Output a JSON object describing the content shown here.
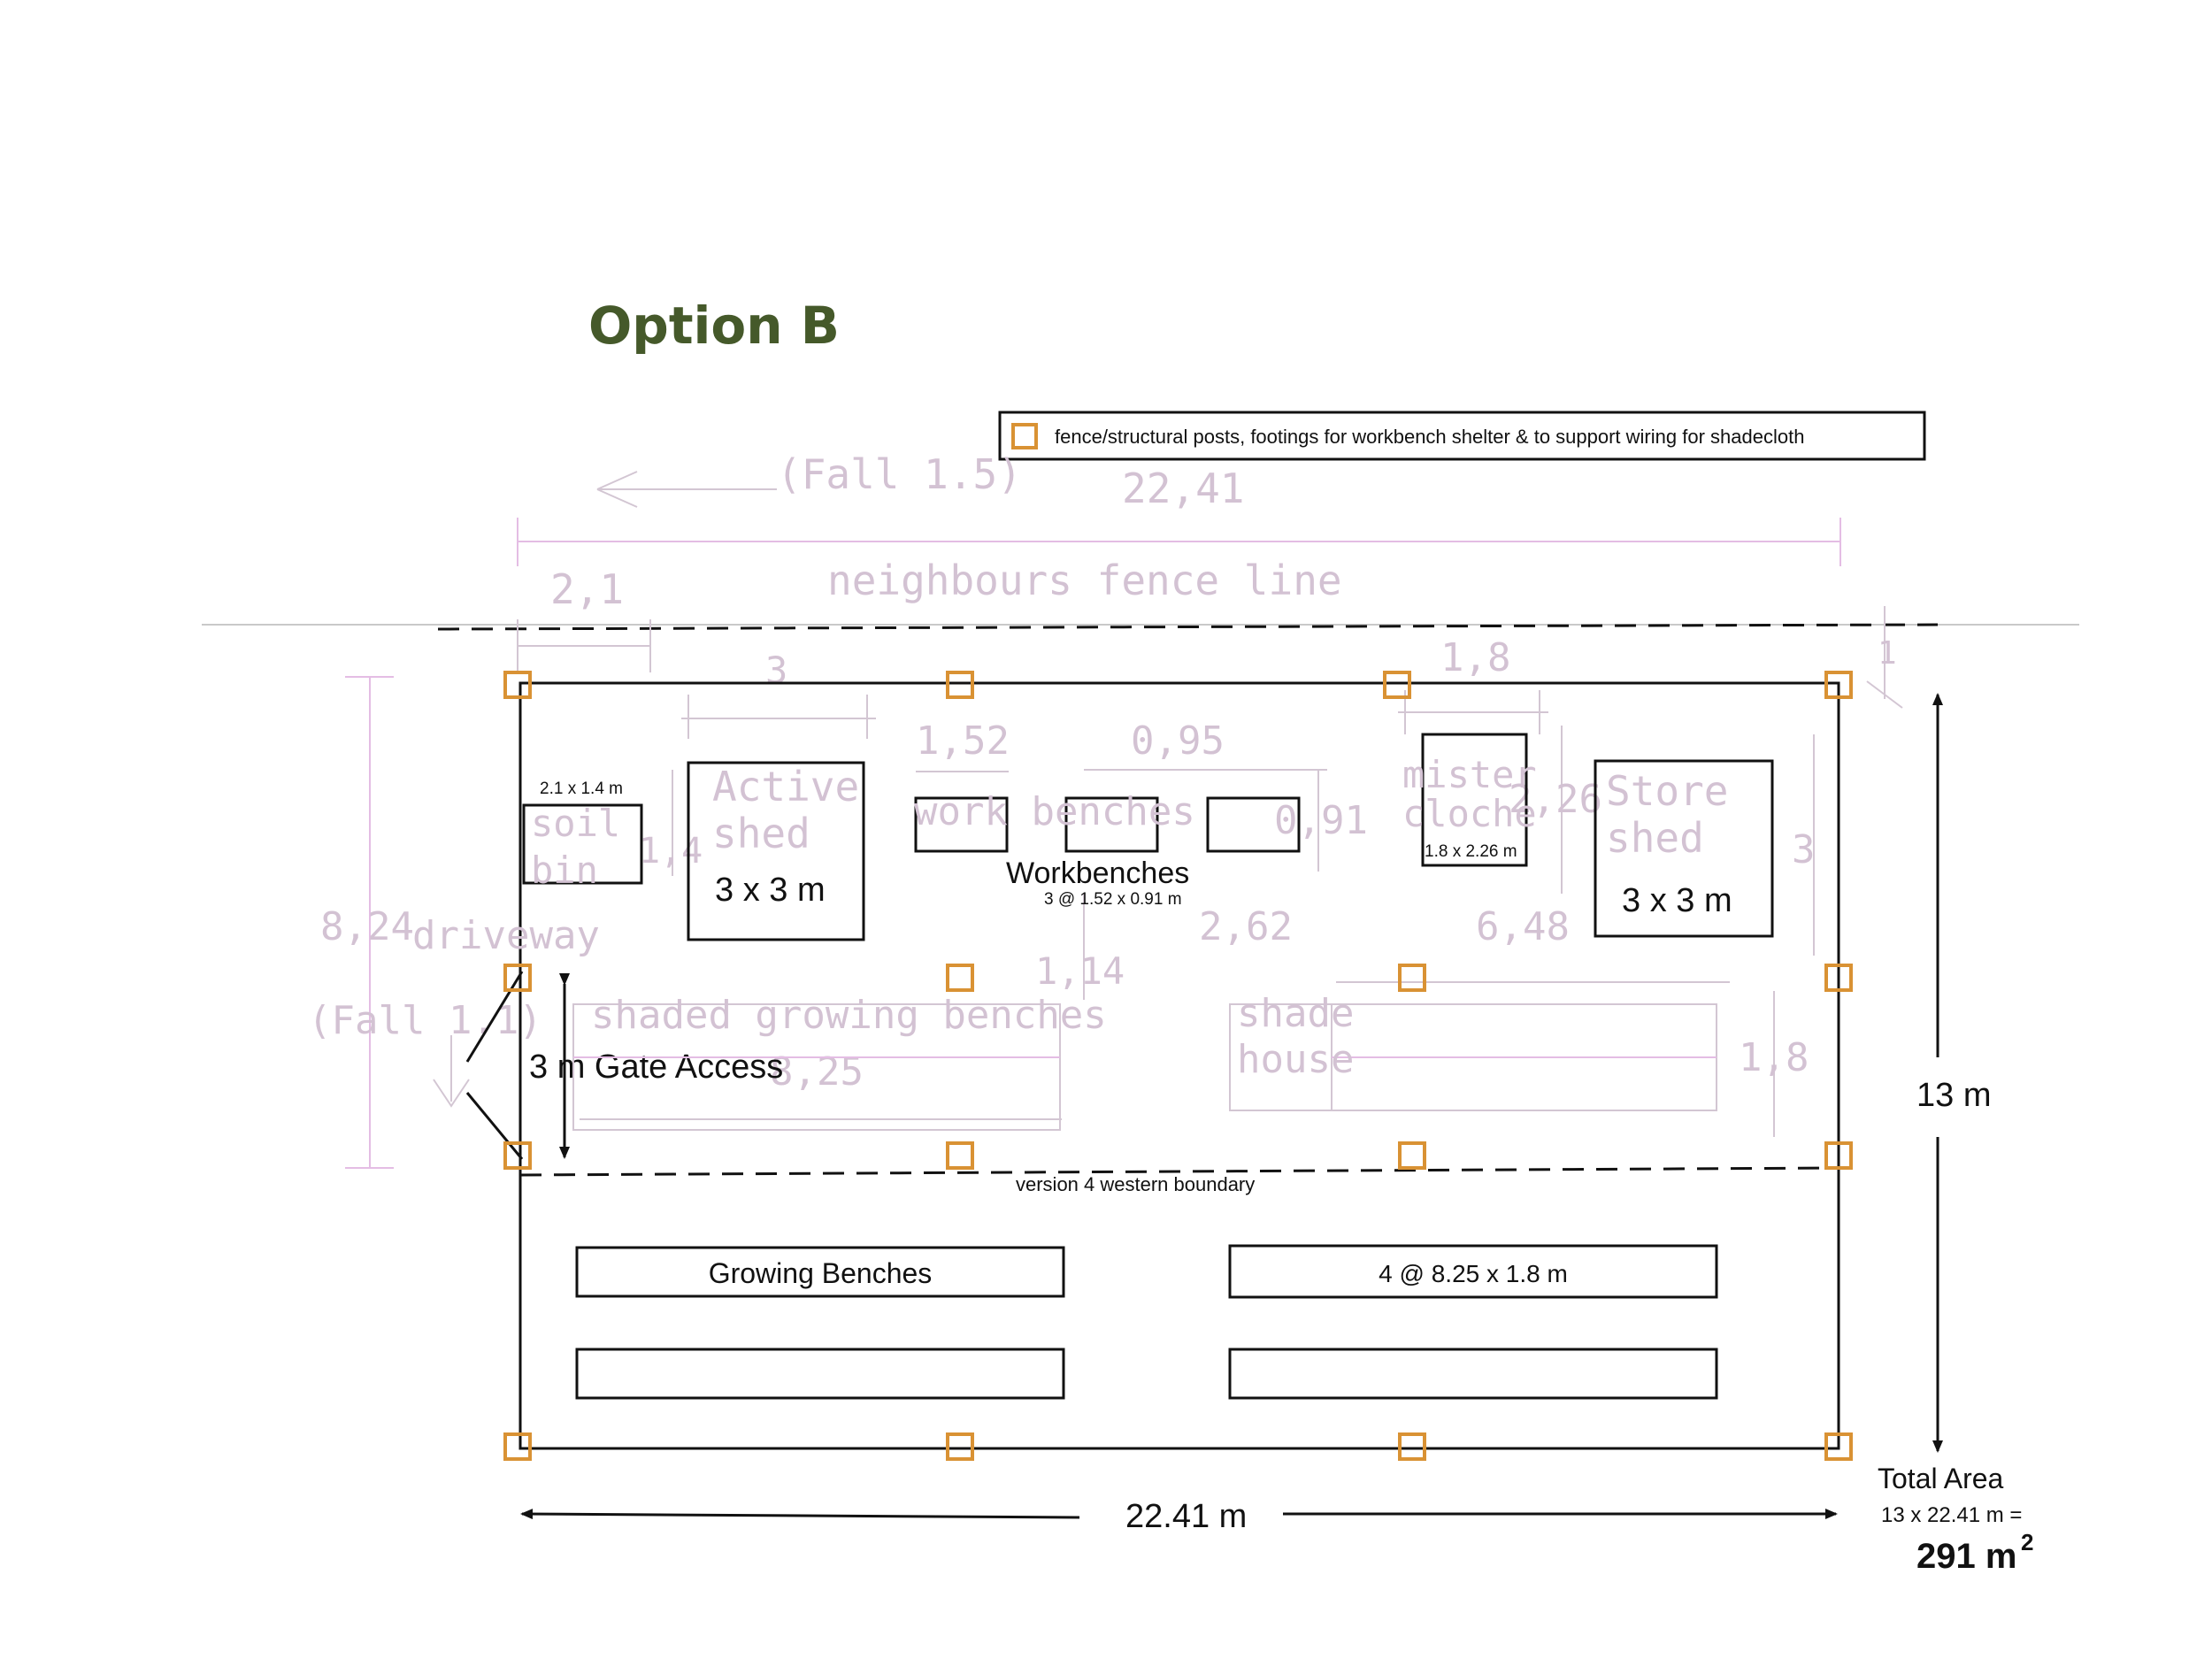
{
  "title": "Option B",
  "legend": {
    "text": "fence/structural posts, footings for workbench shelter & to support wiring for shadecloth",
    "post_color": "#d99234"
  },
  "fall_top": "(Fall  1.5)",
  "fall_left": "(Fall  1.1)",
  "fence_line": "neighbours  fence  line",
  "cad_dims": {
    "top_width": "22,41",
    "offset_21": "2,1",
    "shed_3": "3",
    "bench_152": "1,52",
    "gap_095": "0,95",
    "gap_18": "1,8",
    "gap_1": "1",
    "left_824": "8,24",
    "soil_14": "1,4",
    "bench_091": "0,91",
    "cloche_226": "2,26",
    "store_3": "3",
    "gap_262": "2,62",
    "gap_648": "6,48",
    "gap_114": "1,14",
    "bench_825": "8,25",
    "bench_18": "1,8"
  },
  "cad_labels": {
    "active_shed": [
      "Active",
      "shed"
    ],
    "soil_bin": [
      "soil",
      "bin"
    ],
    "work_benches": "work  benches",
    "mister_cloche": [
      "mister",
      "cloche"
    ],
    "store_shed": [
      "Store",
      "shed"
    ],
    "driveway": "driveway",
    "shaded_benches": "shaded  growing  benches",
    "shade_house": [
      "shade",
      "house"
    ]
  },
  "labels": {
    "soil_bin_size": "2.1 x 1.4 m",
    "active_shed_size": "3 x 3 m",
    "workbenches": "Workbenches",
    "workbenches_size": "3 @ 1.52 x 0.91 m",
    "cloche_size": "1.8 x 2.26 m",
    "store_shed_size": "3 x 3 m",
    "gate": "3 m Gate Access",
    "boundary": "version 4 western boundary",
    "growing_benches": "Growing Benches",
    "growing_benches_size": "4 @ 8.25 x 1.8 m",
    "height": "13 m",
    "width": "22.41 m",
    "total_area_label": "Total Area",
    "total_area_calc": "13 x 22.41 m =",
    "total_area_value": "291 m",
    "total_area_sup": "2"
  }
}
